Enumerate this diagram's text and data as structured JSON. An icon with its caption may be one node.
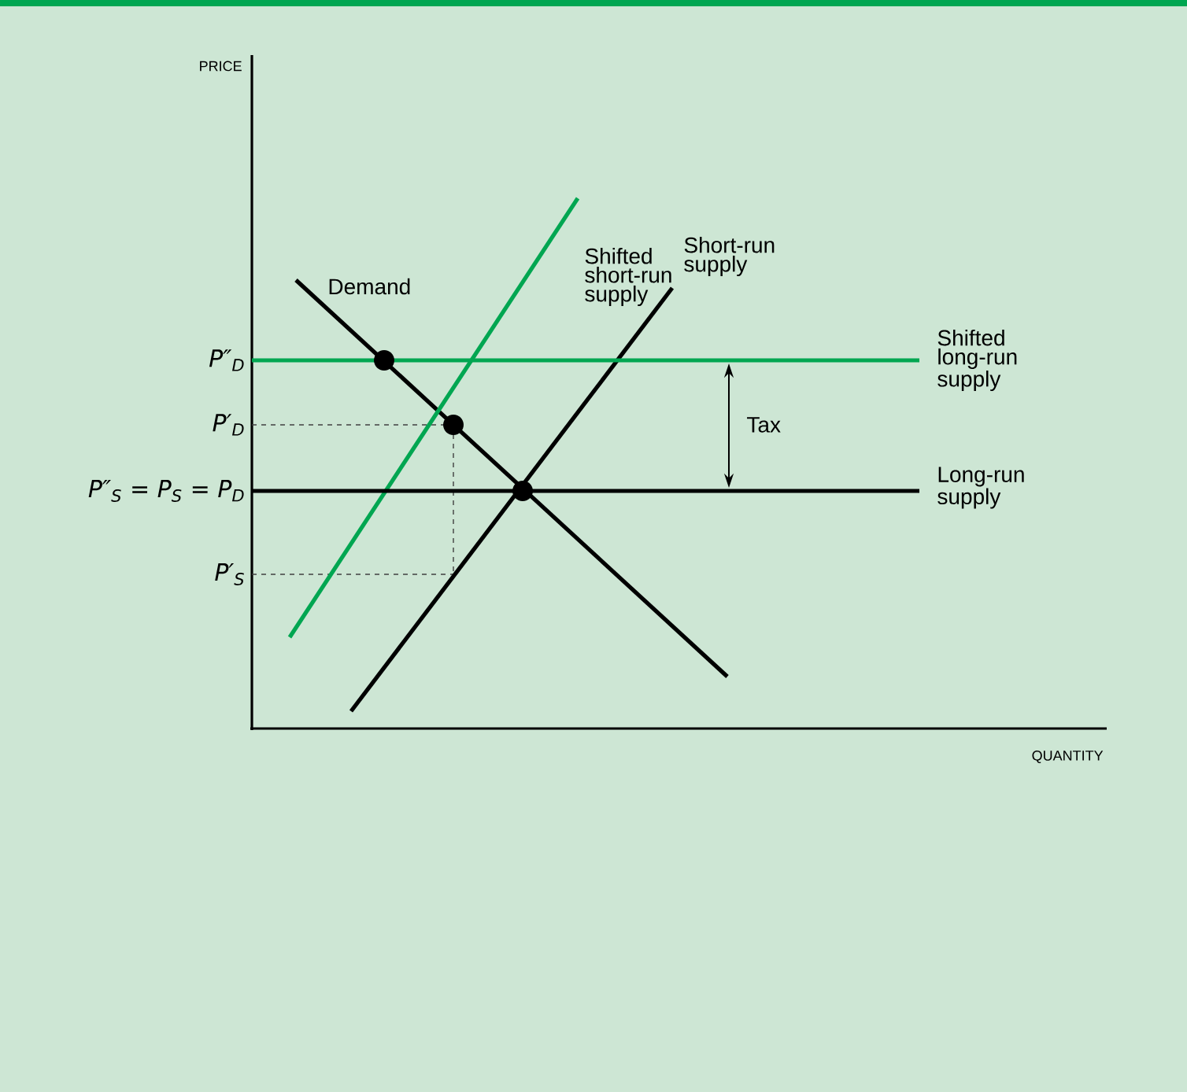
{
  "diagram": {
    "labels": [
      "PRICE",
      "QUANTITY",
      "Demand",
      "Shifted short-run supply",
      "Short-run supply",
      "Shifted long-run supply",
      "Long-run supply",
      "Tax",
      "P″$_{D}$",
      "P′$_{D}$",
      "P″$_{S}$ = P$_{S}$ = P$_{D}$",
      "P′$_{S}$"
    ]
  }
}
